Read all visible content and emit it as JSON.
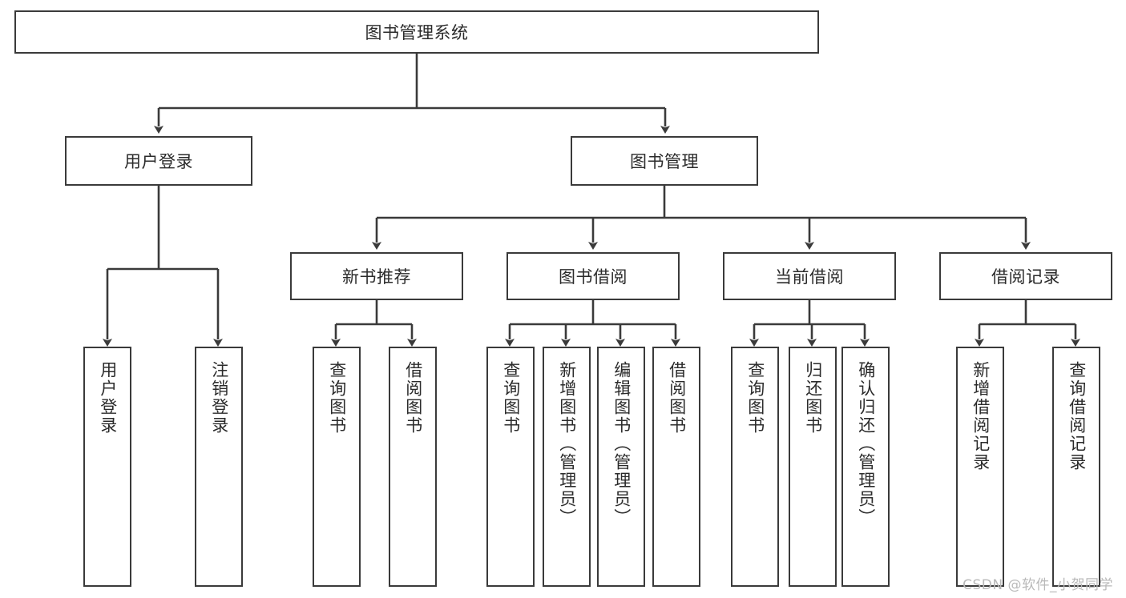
{
  "diagram": {
    "title_node": {
      "label": "图书管理系统"
    },
    "level2": [
      {
        "id": "user-login",
        "label": "用户登录"
      },
      {
        "id": "book-management",
        "label": "图书管理"
      }
    ],
    "level3": [
      {
        "id": "new-book-recommend",
        "label": "新书推荐"
      },
      {
        "id": "book-borrow",
        "label": "图书借阅"
      },
      {
        "id": "current-borrow",
        "label": "当前借阅"
      },
      {
        "id": "borrow-record",
        "label": "借阅记录"
      }
    ],
    "leaves": {
      "user_login": [
        {
          "id": "leaf-user-login",
          "label": "用户登录"
        },
        {
          "id": "leaf-logout-login",
          "label": "注销登录"
        }
      ],
      "new_book_recommend": [
        {
          "id": "leaf-query-book-1",
          "label": "查询图书"
        },
        {
          "id": "leaf-borrow-book-1",
          "label": "借阅图书"
        }
      ],
      "book_borrow": [
        {
          "id": "leaf-query-book-2",
          "label": "查询图书"
        },
        {
          "id": "leaf-add-book",
          "label": "新增图书（管理员）"
        },
        {
          "id": "leaf-edit-book",
          "label": "编辑图书（管理员）"
        },
        {
          "id": "leaf-borrow-book-2",
          "label": "借阅图书"
        }
      ],
      "current_borrow": [
        {
          "id": "leaf-query-book-3",
          "label": "查询图书"
        },
        {
          "id": "leaf-return-book",
          "label": "归还图书"
        },
        {
          "id": "leaf-confirm-return",
          "label": "确认归还（管理员）"
        }
      ],
      "borrow_record": [
        {
          "id": "leaf-add-borrow-record",
          "label": "新增借阅记录"
        },
        {
          "id": "leaf-query-borrow-record",
          "label": "查询借阅记录"
        }
      ]
    },
    "watermark": "CSDN @软件_小贺同学",
    "colors": {
      "stroke": "#3a3a3a",
      "text": "#2b2b2b",
      "background": "#ffffff",
      "watermark": "#b9b9b9"
    }
  }
}
